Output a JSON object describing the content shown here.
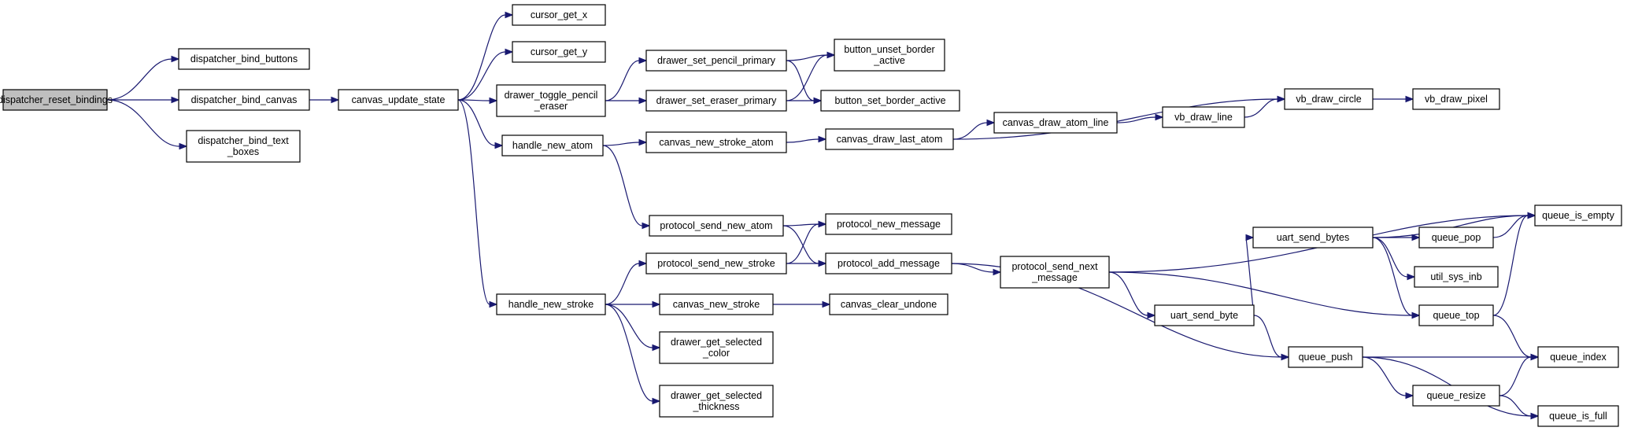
{
  "diagram": {
    "kind": "call-graph",
    "colors": {
      "edge": "#191970",
      "root_fill": "#bfbfbf",
      "node_fill": "#ffffff",
      "node_border": "#000000"
    },
    "nodes": [
      {
        "id": "dispatcher_reset_bindings",
        "lines": [
          "dispatcher_reset_bindings"
        ],
        "root": true
      },
      {
        "id": "dispatcher_bind_buttons",
        "lines": [
          "dispatcher_bind_buttons"
        ]
      },
      {
        "id": "dispatcher_bind_canvas",
        "lines": [
          "dispatcher_bind_canvas"
        ]
      },
      {
        "id": "dispatcher_bind_text_boxes",
        "lines": [
          "dispatcher_bind_text",
          "_boxes"
        ]
      },
      {
        "id": "canvas_update_state",
        "lines": [
          "canvas_update_state"
        ]
      },
      {
        "id": "cursor_get_x",
        "lines": [
          "cursor_get_x"
        ]
      },
      {
        "id": "cursor_get_y",
        "lines": [
          "cursor_get_y"
        ]
      },
      {
        "id": "drawer_toggle_pencil_eraser",
        "lines": [
          "drawer_toggle_pencil",
          "_eraser"
        ]
      },
      {
        "id": "handle_new_atom",
        "lines": [
          "handle_new_atom"
        ]
      },
      {
        "id": "handle_new_stroke",
        "lines": [
          "handle_new_stroke"
        ]
      },
      {
        "id": "drawer_set_pencil_primary",
        "lines": [
          "drawer_set_pencil_primary"
        ]
      },
      {
        "id": "drawer_set_eraser_primary",
        "lines": [
          "drawer_set_eraser_primary"
        ]
      },
      {
        "id": "button_unset_border_active",
        "lines": [
          "button_unset_border",
          "_active"
        ]
      },
      {
        "id": "button_set_border_active",
        "lines": [
          "button_set_border_active"
        ]
      },
      {
        "id": "canvas_new_stroke_atom",
        "lines": [
          "canvas_new_stroke_atom"
        ]
      },
      {
        "id": "canvas_draw_last_atom",
        "lines": [
          "canvas_draw_last_atom"
        ]
      },
      {
        "id": "canvas_draw_atom_line",
        "lines": [
          "canvas_draw_atom_line"
        ]
      },
      {
        "id": "vb_draw_line",
        "lines": [
          "vb_draw_line"
        ]
      },
      {
        "id": "vb_draw_circle",
        "lines": [
          "vb_draw_circle"
        ]
      },
      {
        "id": "vb_draw_pixel",
        "lines": [
          "vb_draw_pixel"
        ]
      },
      {
        "id": "protocol_send_new_atom",
        "lines": [
          "protocol_send_new_atom"
        ]
      },
      {
        "id": "protocol_new_message",
        "lines": [
          "protocol_new_message"
        ]
      },
      {
        "id": "protocol_send_new_stroke",
        "lines": [
          "protocol_send_new_stroke"
        ]
      },
      {
        "id": "protocol_add_message",
        "lines": [
          "protocol_add_message"
        ]
      },
      {
        "id": "protocol_send_next_message",
        "lines": [
          "protocol_send_next",
          "_message"
        ]
      },
      {
        "id": "canvas_new_stroke",
        "lines": [
          "canvas_new_stroke"
        ]
      },
      {
        "id": "canvas_clear_undone",
        "lines": [
          "canvas_clear_undone"
        ]
      },
      {
        "id": "drawer_get_selected_color",
        "lines": [
          "drawer_get_selected",
          "_color"
        ]
      },
      {
        "id": "drawer_get_selected_thickness",
        "lines": [
          "drawer_get_selected",
          "_thickness"
        ]
      },
      {
        "id": "uart_send_bytes",
        "lines": [
          "uart_send_bytes"
        ]
      },
      {
        "id": "uart_send_byte",
        "lines": [
          "uart_send_byte"
        ]
      },
      {
        "id": "queue_pop",
        "lines": [
          "queue_pop"
        ]
      },
      {
        "id": "util_sys_inb",
        "lines": [
          "util_sys_inb"
        ]
      },
      {
        "id": "queue_top",
        "lines": [
          "queue_top"
        ]
      },
      {
        "id": "queue_push",
        "lines": [
          "queue_push"
        ]
      },
      {
        "id": "queue_resize",
        "lines": [
          "queue_resize"
        ]
      },
      {
        "id": "queue_is_empty",
        "lines": [
          "queue_is_empty"
        ]
      },
      {
        "id": "queue_index",
        "lines": [
          "queue_index"
        ]
      },
      {
        "id": "queue_is_full",
        "lines": [
          "queue_is_full"
        ]
      }
    ],
    "edges": [
      [
        "dispatcher_reset_bindings",
        "dispatcher_bind_buttons"
      ],
      [
        "dispatcher_reset_bindings",
        "dispatcher_bind_canvas"
      ],
      [
        "dispatcher_reset_bindings",
        "dispatcher_bind_text_boxes"
      ],
      [
        "dispatcher_bind_canvas",
        "canvas_update_state"
      ],
      [
        "canvas_update_state",
        "cursor_get_x"
      ],
      [
        "canvas_update_state",
        "cursor_get_y"
      ],
      [
        "canvas_update_state",
        "drawer_toggle_pencil_eraser"
      ],
      [
        "canvas_update_state",
        "handle_new_atom"
      ],
      [
        "canvas_update_state",
        "handle_new_stroke"
      ],
      [
        "drawer_toggle_pencil_eraser",
        "drawer_set_pencil_primary"
      ],
      [
        "drawer_toggle_pencil_eraser",
        "drawer_set_eraser_primary"
      ],
      [
        "drawer_set_pencil_primary",
        "button_unset_border_active"
      ],
      [
        "drawer_set_pencil_primary",
        "button_set_border_active"
      ],
      [
        "drawer_set_eraser_primary",
        "button_unset_border_active"
      ],
      [
        "drawer_set_eraser_primary",
        "button_set_border_active"
      ],
      [
        "handle_new_atom",
        "canvas_new_stroke_atom"
      ],
      [
        "handle_new_atom",
        "protocol_send_new_atom"
      ],
      [
        "canvas_new_stroke_atom",
        "canvas_draw_last_atom"
      ],
      [
        "canvas_draw_last_atom",
        "canvas_draw_atom_line"
      ],
      [
        "canvas_draw_last_atom",
        "vb_draw_circle"
      ],
      [
        "canvas_draw_atom_line",
        "vb_draw_line"
      ],
      [
        "vb_draw_line",
        "vb_draw_circle"
      ],
      [
        "vb_draw_circle",
        "vb_draw_pixel"
      ],
      [
        "protocol_send_new_atom",
        "protocol_new_message"
      ],
      [
        "protocol_send_new_atom",
        "protocol_add_message"
      ],
      [
        "protocol_send_new_stroke",
        "protocol_new_message"
      ],
      [
        "protocol_send_new_stroke",
        "protocol_add_message"
      ],
      [
        "handle_new_stroke",
        "protocol_send_new_stroke"
      ],
      [
        "handle_new_stroke",
        "canvas_new_stroke"
      ],
      [
        "handle_new_stroke",
        "drawer_get_selected_color"
      ],
      [
        "handle_new_stroke",
        "drawer_get_selected_thickness"
      ],
      [
        "canvas_new_stroke",
        "canvas_clear_undone"
      ],
      [
        "protocol_add_message",
        "protocol_send_next_message"
      ],
      [
        "protocol_add_message",
        "queue_push"
      ],
      [
        "protocol_send_next_message",
        "queue_is_empty"
      ],
      [
        "protocol_send_next_message",
        "uart_send_byte"
      ],
      [
        "protocol_send_next_message",
        "queue_top"
      ],
      [
        "uart_send_byte",
        "uart_send_bytes"
      ],
      [
        "uart_send_byte",
        "queue_push"
      ],
      [
        "uart_send_bytes",
        "queue_is_empty"
      ],
      [
        "uart_send_bytes",
        "queue_pop"
      ],
      [
        "uart_send_bytes",
        "util_sys_inb"
      ],
      [
        "uart_send_bytes",
        "queue_top"
      ],
      [
        "queue_pop",
        "queue_is_empty"
      ],
      [
        "queue_top",
        "queue_is_empty"
      ],
      [
        "queue_top",
        "queue_index"
      ],
      [
        "queue_push",
        "queue_index"
      ],
      [
        "queue_push",
        "queue_resize"
      ],
      [
        "queue_push",
        "queue_is_full"
      ],
      [
        "queue_resize",
        "queue_index"
      ],
      [
        "queue_resize",
        "queue_is_full"
      ]
    ]
  }
}
